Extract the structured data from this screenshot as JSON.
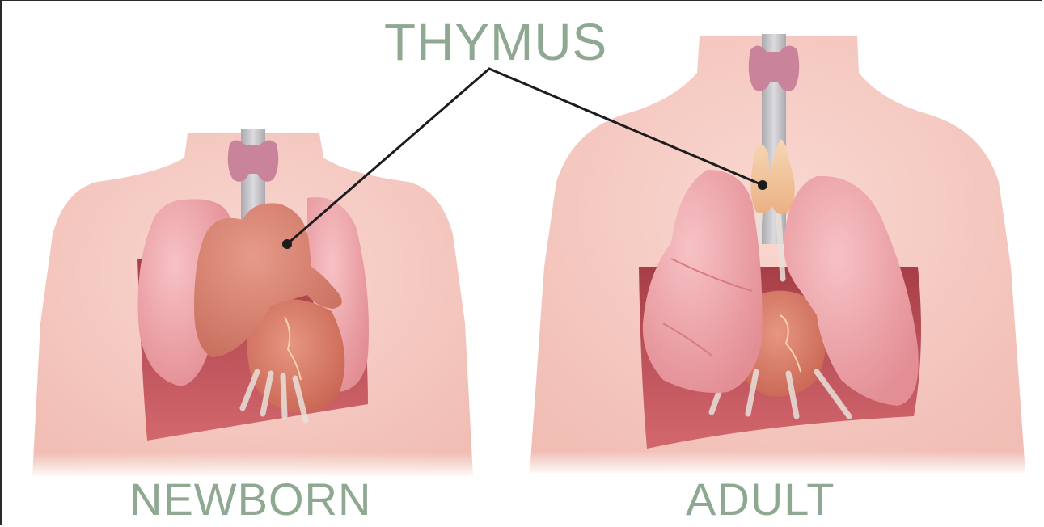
{
  "title": "THYMUS",
  "figures": [
    {
      "caption": "NEWBORN"
    },
    {
      "caption": "ADULT"
    }
  ],
  "colors": {
    "label": "#8ea891",
    "skin": "#f4c7bf",
    "lung": "#f2a9ad",
    "heart": "#d97d6b",
    "thymus_newborn": "#d98373",
    "thymus_adult": "#f2c49a",
    "thyroid": "#c9839a",
    "trachea": "#c9c9cd",
    "cavity": "#c8525a",
    "pointer": "#1c1c1c"
  }
}
